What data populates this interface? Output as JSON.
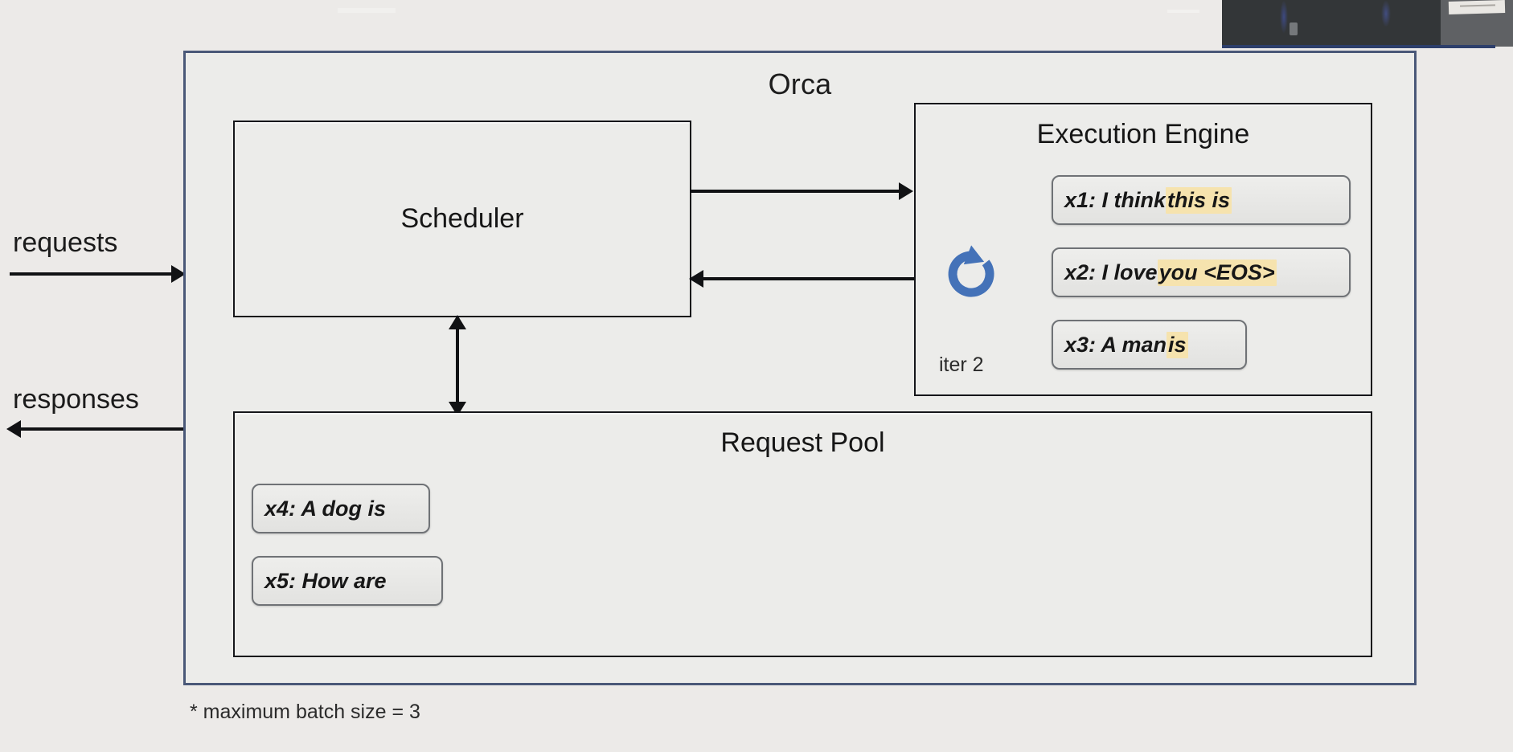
{
  "diagram": {
    "outer_title": "Orca",
    "footnote": "* maximum batch size = 3",
    "accent_border_color": "#4a5878",
    "highlight_color": "#f6e3ae",
    "loop_icon_color": "#4472b8"
  },
  "io": {
    "requests_label": "requests",
    "responses_label": "responses"
  },
  "scheduler": {
    "title": "Scheduler"
  },
  "engine": {
    "title": "Execution Engine",
    "iter_label": "iter 2",
    "loop_icon_name": "refresh-loop-icon",
    "requests": [
      {
        "id": "x1",
        "prefix": "x1: I think ",
        "highlight": "this is",
        "suffix": ""
      },
      {
        "id": "x2",
        "prefix": "x2: I love ",
        "highlight": "you <EOS>",
        "suffix": ""
      },
      {
        "id": "x3",
        "prefix": "x3: A man ",
        "highlight": "is",
        "suffix": ""
      }
    ]
  },
  "pool": {
    "title": "Request Pool",
    "requests": [
      {
        "id": "x4",
        "text": "x4: A dog is"
      },
      {
        "id": "x5",
        "text": "x5: How are"
      }
    ]
  }
}
